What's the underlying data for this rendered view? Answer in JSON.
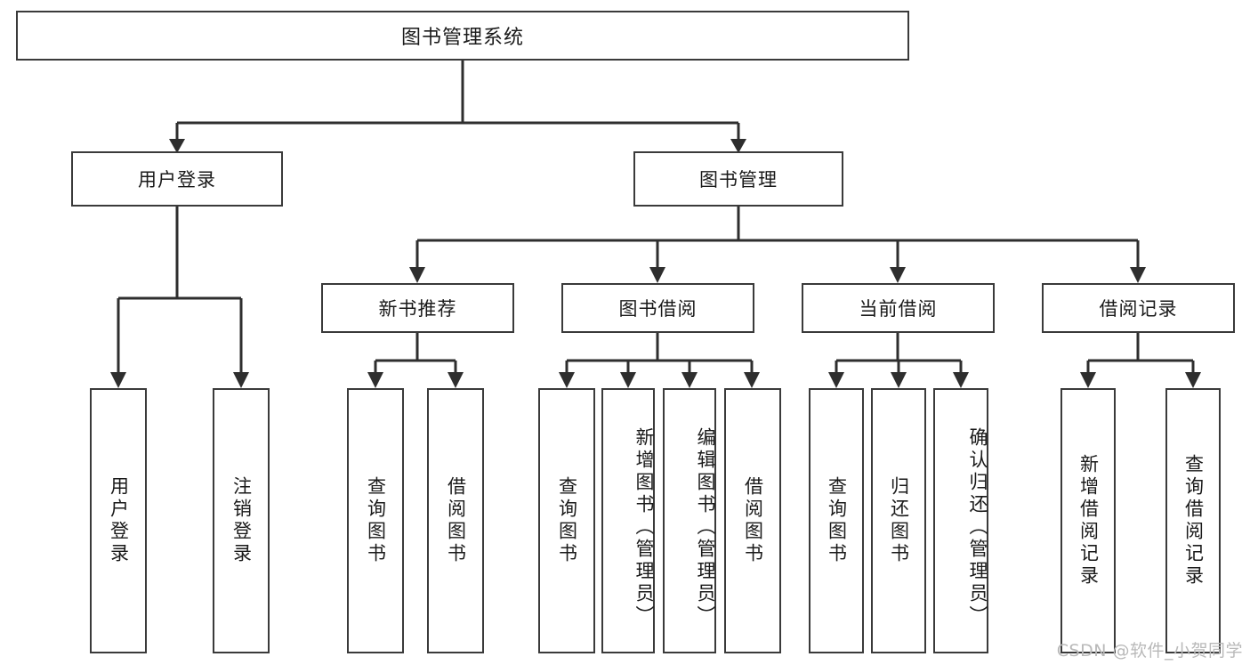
{
  "diagram": {
    "title": "图书管理系统",
    "type": "tree",
    "orientation": "top-down",
    "levels": 4,
    "line_color": "#2e2e2e",
    "box_border_color": "#3a3a3a",
    "box_fill_color": "#ffffff",
    "text_color": "#1a1a1a",
    "background_color": "#ffffff"
  },
  "root": {
    "label": "图书管理系统"
  },
  "level2": [
    {
      "id": "user-login",
      "label": "用户登录"
    },
    {
      "id": "book-manage",
      "label": "图书管理"
    }
  ],
  "level3": [
    {
      "id": "new-book-recommend",
      "label": "新书推荐"
    },
    {
      "id": "book-borrow",
      "label": "图书借阅"
    },
    {
      "id": "current-borrow",
      "label": "当前借阅"
    },
    {
      "id": "borrow-record",
      "label": "借阅记录"
    }
  ],
  "leaves": {
    "user_login": [
      {
        "id": "leaf-user-login",
        "label": "用户登录"
      },
      {
        "id": "leaf-logout-login",
        "label": "注销登录"
      }
    ],
    "new_book_recommend": [
      {
        "id": "leaf-query-book-1",
        "label": "查询图书"
      },
      {
        "id": "leaf-borrow-book-1",
        "label": "借阅图书"
      }
    ],
    "book_borrow": [
      {
        "id": "leaf-query-book-2",
        "label": "查询图书"
      },
      {
        "id": "leaf-add-book",
        "label": "新增图书（管理员）"
      },
      {
        "id": "leaf-edit-book",
        "label": "编辑图书（管理员）"
      },
      {
        "id": "leaf-borrow-book-2",
        "label": "借阅图书"
      }
    ],
    "current_borrow": [
      {
        "id": "leaf-query-book-3",
        "label": "查询图书"
      },
      {
        "id": "leaf-return-book",
        "label": "归还图书"
      },
      {
        "id": "leaf-confirm-return",
        "label": "确认归还（管理员）"
      }
    ],
    "borrow_record": [
      {
        "id": "leaf-add-borrow-record",
        "label": "新增借阅记录"
      },
      {
        "id": "leaf-query-borrow-record",
        "label": "查询借阅记录"
      }
    ]
  },
  "watermark": {
    "text": "CSDN @软件_小贺同学"
  }
}
